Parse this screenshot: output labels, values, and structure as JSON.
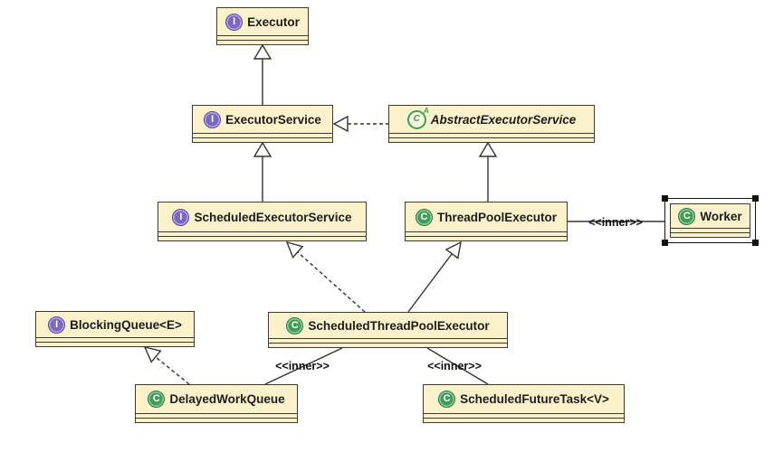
{
  "diagram": {
    "description": "UML class diagram of the Java Executor framework",
    "colors": {
      "node_fill": "#fbf2cc",
      "node_border": "#3c3c2e",
      "interface_icon": "#7b68c2",
      "class_icon": "#3f9d55",
      "edge": "#34342a",
      "selection_handle": "#111111"
    },
    "nodes": [
      {
        "name": "Executor",
        "kind": "interface",
        "icon_letter": "I"
      },
      {
        "name": "ExecutorService",
        "kind": "interface",
        "icon_letter": "I"
      },
      {
        "name": "AbstractExecutorService",
        "kind": "abstract-class",
        "icon_letter": "C",
        "icon_superscript": "A",
        "italic": true
      },
      {
        "name": "ScheduledExecutorService",
        "kind": "interface",
        "icon_letter": "I"
      },
      {
        "name": "ThreadPoolExecutor",
        "kind": "class",
        "icon_letter": "C"
      },
      {
        "name": "Worker",
        "kind": "class",
        "icon_letter": "C",
        "selected": true
      },
      {
        "name": "BlockingQueue<E>",
        "kind": "interface",
        "icon_letter": "I"
      },
      {
        "name": "ScheduledThreadPoolExecutor",
        "kind": "class",
        "icon_letter": "C"
      },
      {
        "name": "DelayedWorkQueue",
        "kind": "class",
        "icon_letter": "C"
      },
      {
        "name": "ScheduledFutureTask<V>",
        "kind": "class",
        "icon_letter": "C"
      }
    ],
    "edges": [
      {
        "from": "ExecutorService",
        "to": "Executor",
        "type": "extends",
        "style": "solid-hollow-triangle"
      },
      {
        "from": "AbstractExecutorService",
        "to": "ExecutorService",
        "type": "implements",
        "style": "dashed-hollow-triangle"
      },
      {
        "from": "ScheduledExecutorService",
        "to": "ExecutorService",
        "type": "extends",
        "style": "solid-hollow-triangle"
      },
      {
        "from": "ThreadPoolExecutor",
        "to": "AbstractExecutorService",
        "type": "extends",
        "style": "solid-hollow-triangle"
      },
      {
        "from": "ThreadPoolExecutor",
        "to": "Worker",
        "type": "inner",
        "style": "solid-plain",
        "label": "<<inner>>"
      },
      {
        "from": "ScheduledThreadPoolExecutor",
        "to": "ScheduledExecutorService",
        "type": "implements",
        "style": "dashed-hollow-triangle"
      },
      {
        "from": "ScheduledThreadPoolExecutor",
        "to": "ThreadPoolExecutor",
        "type": "extends",
        "style": "solid-hollow-triangle"
      },
      {
        "from": "DelayedWorkQueue",
        "to": "BlockingQueue<E>",
        "type": "implements",
        "style": "dashed-hollow-triangle"
      },
      {
        "from": "ScheduledThreadPoolExecutor",
        "to": "DelayedWorkQueue",
        "type": "inner",
        "style": "solid-plain",
        "label": "<<inner>>"
      },
      {
        "from": "ScheduledThreadPoolExecutor",
        "to": "ScheduledFutureTask<V>",
        "type": "inner",
        "style": "solid-plain",
        "label": "<<inner>>"
      }
    ]
  }
}
